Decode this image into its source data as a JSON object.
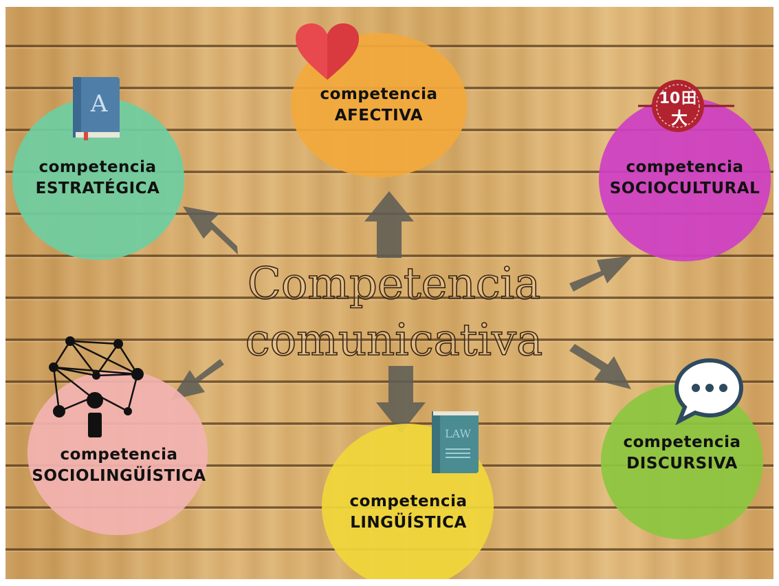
{
  "title": {
    "line1": "Competencia",
    "line2": "comunicativa"
  },
  "nodes": {
    "afectiva": {
      "line1": "competencia",
      "line2": "AFECTIVA",
      "color": "#f2a93b",
      "icon": "heart-icon"
    },
    "estrategica": {
      "line1": "competencia",
      "line2": "ESTRATÉGICA",
      "color": "#6fcea0",
      "icon": "book-icon"
    },
    "sociocultural": {
      "line1": "competencia",
      "line2": "SOCIOCULTURAL",
      "color": "#cf3fc4",
      "icon": "chinese-seal-icon"
    },
    "sociolinguistica": {
      "line1": "competencia",
      "line2": "SOCIOLINGÜÍSTICA",
      "color": "#f2b3b0",
      "icon": "network-person-icon"
    },
    "linguistica": {
      "line1": "competencia",
      "line2": "LINGÜÍSTICA",
      "color": "#f0d63a",
      "icon": "law-book-icon"
    },
    "discursiva": {
      "line1": "competencia",
      "line2": "DISCURSIVA",
      "color": "#8cc63f",
      "icon": "speech-bubble-icon"
    }
  },
  "icons": {
    "book_letter": "A",
    "law_book_text": "LAW",
    "chinese_characters": [
      "10",
      "田",
      "大"
    ]
  },
  "arrow_color": "#5e5d55"
}
